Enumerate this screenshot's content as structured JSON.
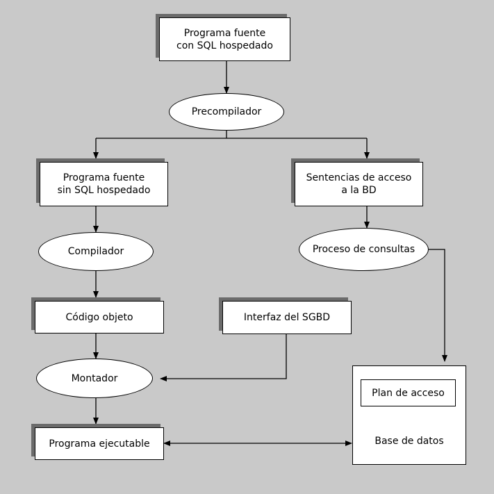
{
  "nodes": {
    "source_with_sql": "Programa fuente\ncon SQL hospedado",
    "precompiler": "Precompilador",
    "source_without_sql": "Programa fuente\nsin SQL hospedado",
    "db_access_statements": "Sentencias de acceso\na la BD",
    "compiler": "Compilador",
    "query_process": "Proceso de consultas",
    "object_code": "Código objeto",
    "dbms_interface": "Interfaz del SGBD",
    "linker": "Montador",
    "executable": "Programa ejecutable",
    "access_plan": "Plan de acceso",
    "database": "Base de datos"
  },
  "colors": {
    "background": "#c9c9c9",
    "shadow": "#6b6b6b",
    "node_fill": "#ffffff",
    "line": "#000000"
  }
}
